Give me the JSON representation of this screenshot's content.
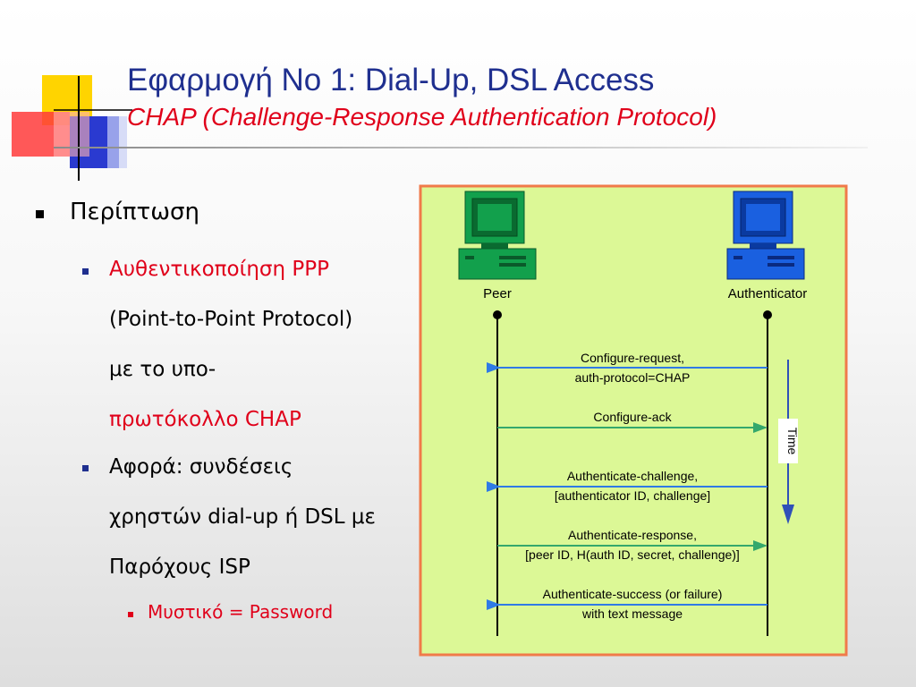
{
  "slide": {
    "title": "Εφαρμογή Νο 1: Dial-Up, DSL Access",
    "subtitle": "CHAP (Challenge-Response Authentication Protocol)"
  },
  "bullets": {
    "level1": "Περίπτωση",
    "item1": {
      "part_red_1": "Αυθεντικοποίηση PPP",
      "part_dark": "(Point-to-Point Protocol) με το υπο-",
      "part_red_2": "πρωτόκολλο CHAP"
    },
    "item2": "Αφορά: συνδέσεις χρηστών dial-up ή DSL με Παρόχους ISP",
    "item3": "Μυστικό = Password"
  },
  "diagram": {
    "left_party": "Peer",
    "right_party": "Authenticator",
    "time_label": "Time",
    "messages": [
      {
        "direction": "to_peer",
        "line1": "Configure-request,",
        "line2": "auth-protocol=CHAP"
      },
      {
        "direction": "to_authenticator",
        "line1": "Configure-ack",
        "line2": ""
      },
      {
        "direction": "to_peer",
        "line1": "Authenticate-challenge,",
        "line2": "[authenticator ID, challenge]"
      },
      {
        "direction": "to_authenticator",
        "line1": "Authenticate-response,",
        "line2": "[peer ID, H(auth ID, secret, challenge)]"
      },
      {
        "direction": "to_peer",
        "line1": "Authenticate-success (or failure)",
        "line2": "with text message"
      }
    ],
    "colors": {
      "background": "#dcf896",
      "border": "#f07a4a",
      "peer_computer": "#12a04c",
      "authenticator_computer": "#1a60e0",
      "arrow_to_peer": "#2f7ae6",
      "arrow_to_authenticator": "#34a86c",
      "time_arrow": "#2f50b8"
    }
  }
}
